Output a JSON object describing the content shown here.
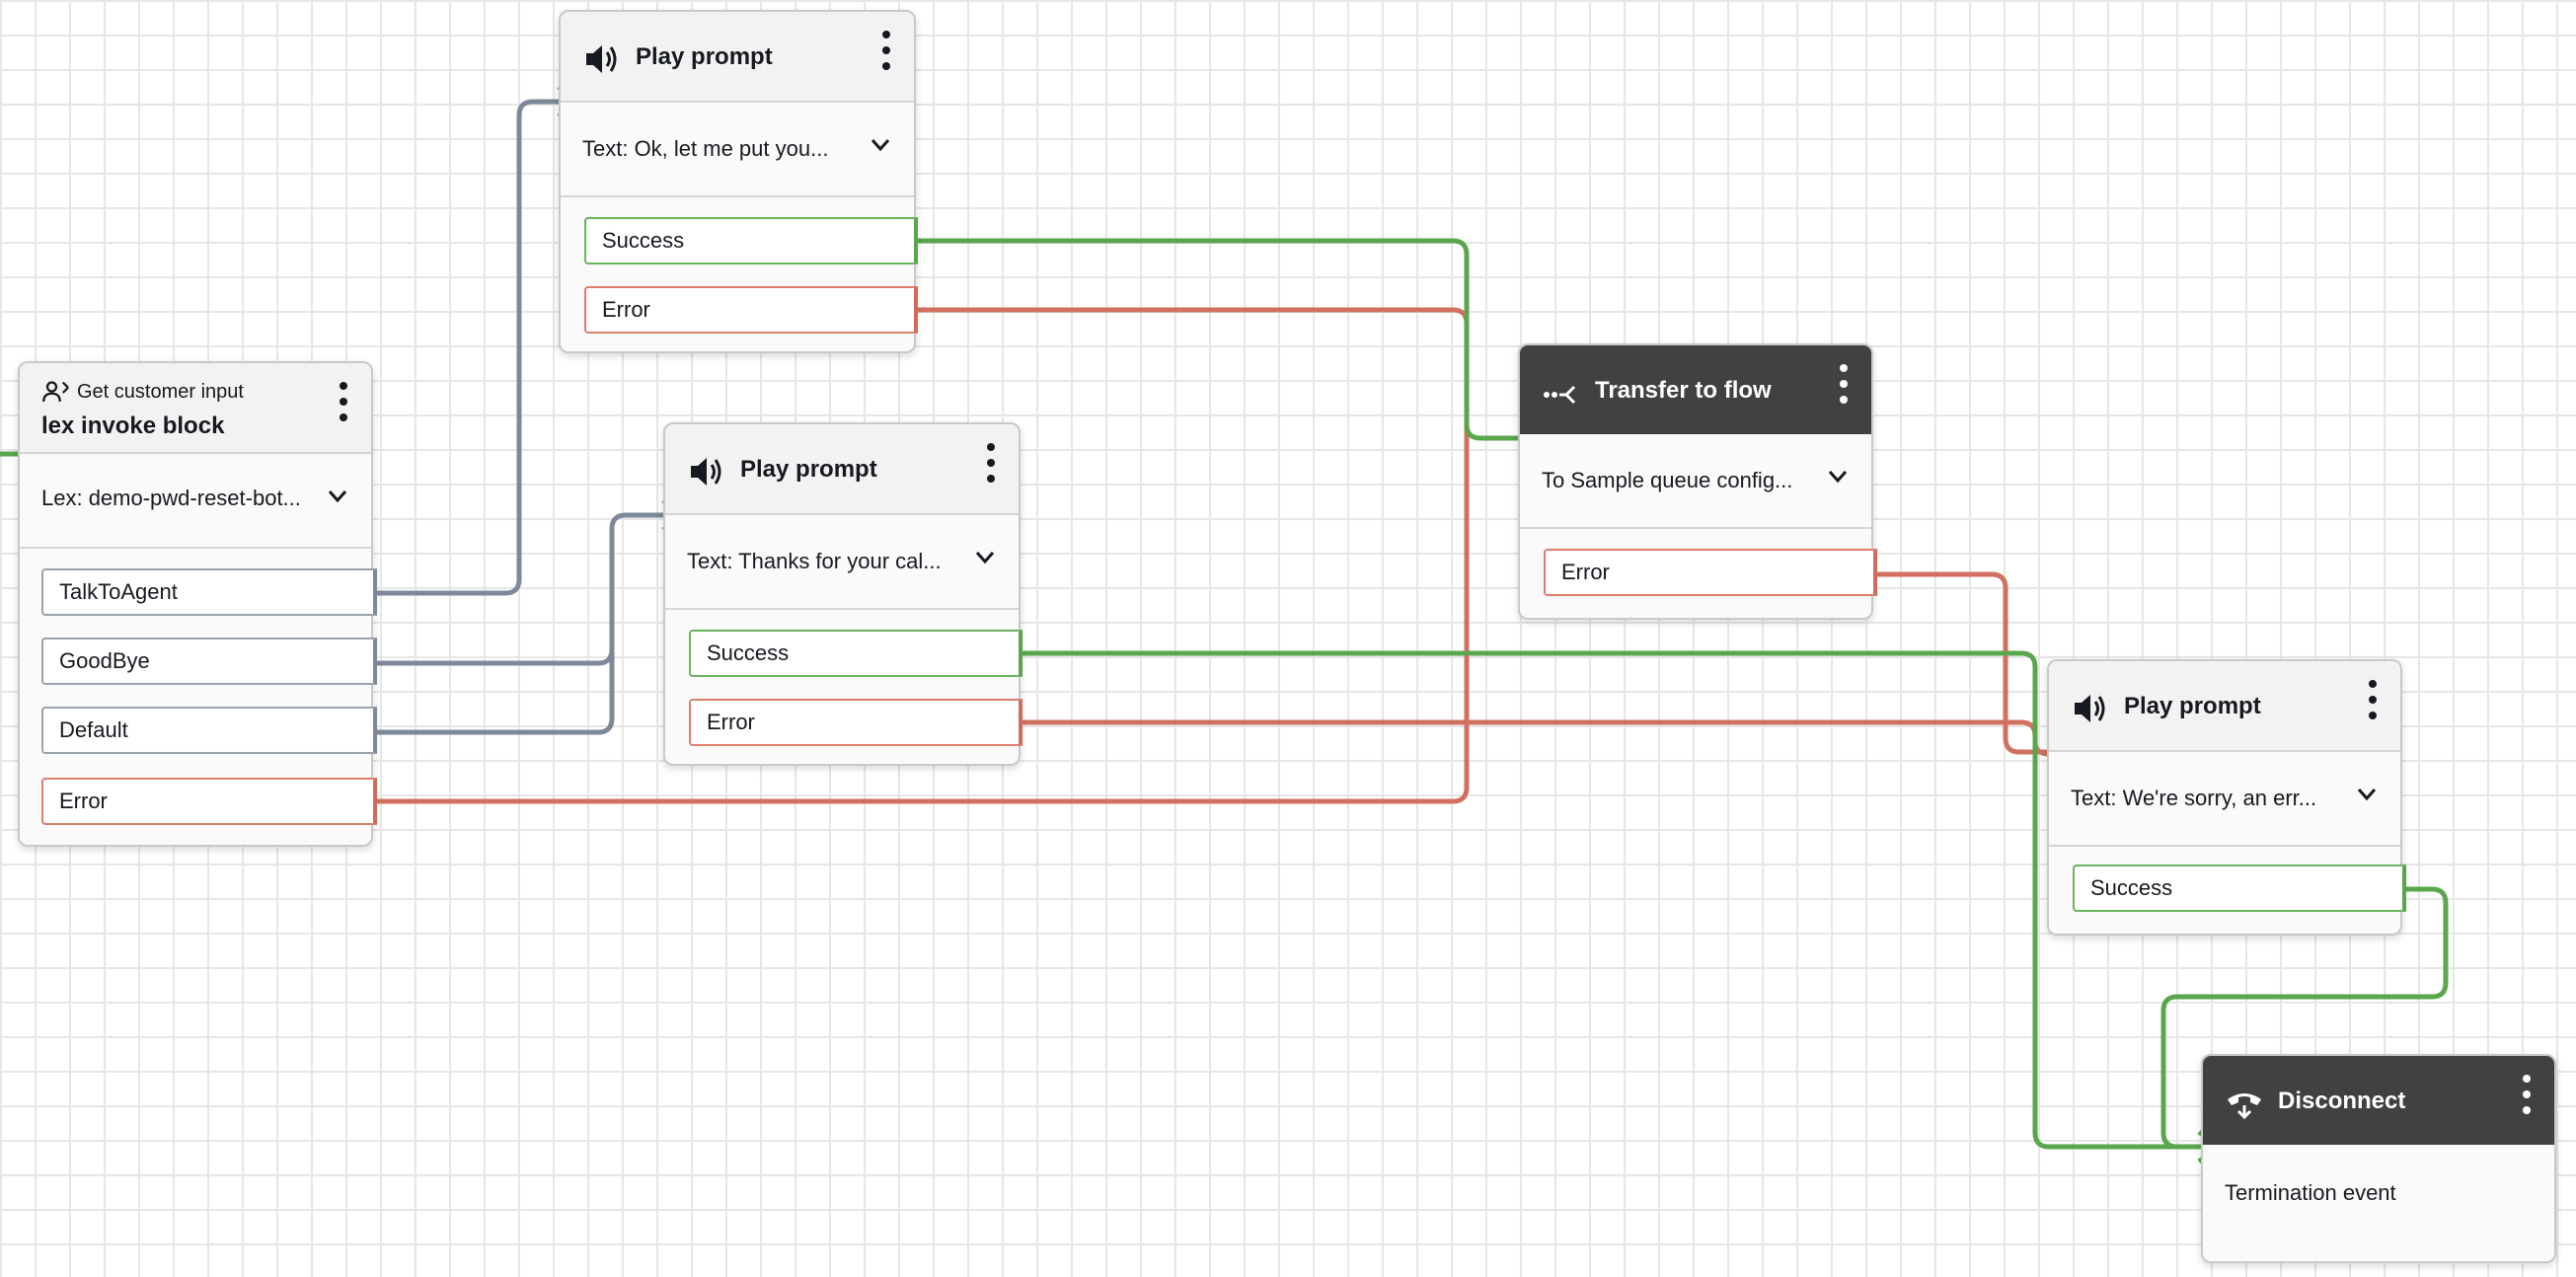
{
  "colors": {
    "success": "#5aa64d",
    "error": "#d0705f",
    "neutral": "#7d8998",
    "dark_header": "#414141",
    "grid": "#e6e6e6"
  },
  "blocks": {
    "get_input": {
      "type_label": "Get customer input",
      "name": "lex invoke block",
      "icon": "customer-input-icon",
      "param": "Lex: demo-pwd-reset-bot...",
      "branches": [
        "TalkToAgent",
        "GoodBye",
        "Default",
        "Error"
      ]
    },
    "play_prompt_1": {
      "title": "Play prompt",
      "icon": "speaker-icon",
      "param": "Text: Ok, let me put you...",
      "branches": [
        "Success",
        "Error"
      ]
    },
    "play_prompt_2": {
      "title": "Play prompt",
      "icon": "speaker-icon",
      "param": "Text: Thanks for your cal...",
      "branches": [
        "Success",
        "Error"
      ]
    },
    "transfer": {
      "title": "Transfer to flow",
      "icon": "transfer-flow-icon",
      "param": "To Sample queue config...",
      "branches": [
        "Error"
      ]
    },
    "play_prompt_3": {
      "title": "Play prompt",
      "icon": "speaker-icon",
      "param": "Text: We're sorry, an err...",
      "branches": [
        "Success"
      ]
    },
    "disconnect": {
      "title": "Disconnect",
      "icon": "disconnect-phone-icon",
      "body": "Termination event"
    }
  }
}
